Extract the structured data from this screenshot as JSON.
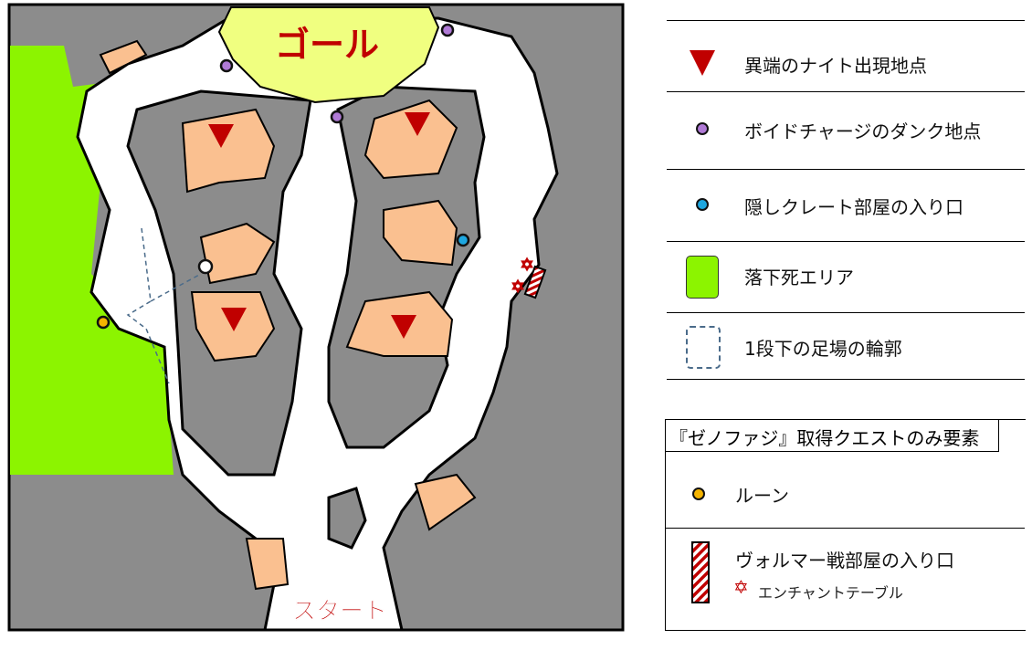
{
  "map": {
    "goal_label": "ゴール",
    "start_label": "スタート"
  },
  "legend": {
    "items": [
      {
        "icon": "red-triangle-icon",
        "label": "異端のナイト出現地点",
        "color": "#c00000"
      },
      {
        "icon": "purple-dot-icon",
        "label": "ボイドチャージのダンク地点",
        "color": "#b07ad6"
      },
      {
        "icon": "blue-dot-icon",
        "label": "隠しクレート部屋の入り口",
        "color": "#1ea7e0"
      },
      {
        "icon": "green-area-icon",
        "label": "落下死エリア",
        "color": "#8cf400"
      },
      {
        "icon": "dashed-outline-icon",
        "label": "1段下の足場の輪郭",
        "color": "#4a6b8a"
      }
    ],
    "quest_section": {
      "title": "『ゼノファジ』取得クエストのみ要素",
      "items": [
        {
          "icon": "orange-dot-icon",
          "label": "ルーン",
          "color": "#f5b400"
        },
        {
          "icon": "striped-door-icon",
          "label": "ヴォルマー戦部屋の入り口",
          "color": "#c00000"
        }
      ],
      "sub_item": {
        "icon": "star-outline-icon",
        "label": "エンチャントテーブル"
      }
    }
  }
}
